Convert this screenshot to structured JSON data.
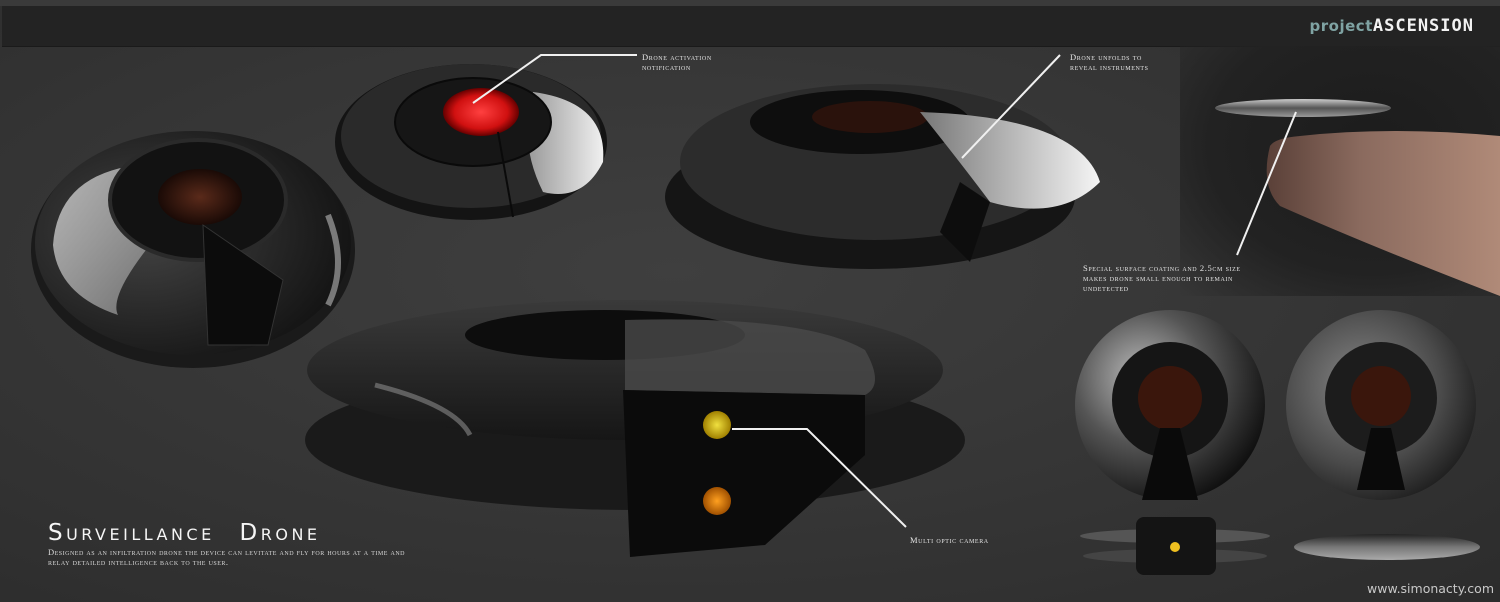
{
  "header": {
    "brand_prefix": "project",
    "brand_name": "ASCENSION"
  },
  "callouts": [
    {
      "id": "activation",
      "text": "Drone activation notification"
    },
    {
      "id": "unfold",
      "text": "Drone unfolds to reveal instruments"
    },
    {
      "id": "surface",
      "text": "Special surface coating and 2.5cm size makes drone small enough to remain undetected"
    },
    {
      "id": "camera",
      "text": "Multi optic camera"
    }
  ],
  "title": "Surveillance Drone",
  "description": "Designed as an infiltration drone the device can levitate and fly for hours at a time and relay detailed intelligence back to the user.",
  "footer": {
    "url": "www.simonacty.com"
  },
  "colors": {
    "background": "#383838",
    "header_bar": "#232323",
    "brand_prefix": "#7fa3a3",
    "activation_light": "#e01515",
    "camera_lens_yellow": "#e8d020",
    "camera_lens_orange": "#e88a10"
  },
  "renders": [
    {
      "id": "drone-angled-closed",
      "description": "closed drone, angled view"
    },
    {
      "id": "drone-activation",
      "description": "drone with red activation light"
    },
    {
      "id": "drone-unfolding",
      "description": "drone unfolding"
    },
    {
      "id": "drone-on-finger",
      "description": "drone balanced on fingertip"
    },
    {
      "id": "drone-open-camera",
      "description": "opened drone showing multi optic camera"
    },
    {
      "id": "drone-top-open",
      "description": "top view open"
    },
    {
      "id": "drone-top-closed",
      "description": "top view closed"
    },
    {
      "id": "drone-side-open",
      "description": "side view open"
    },
    {
      "id": "drone-side-closed",
      "description": "side view closed"
    }
  ]
}
